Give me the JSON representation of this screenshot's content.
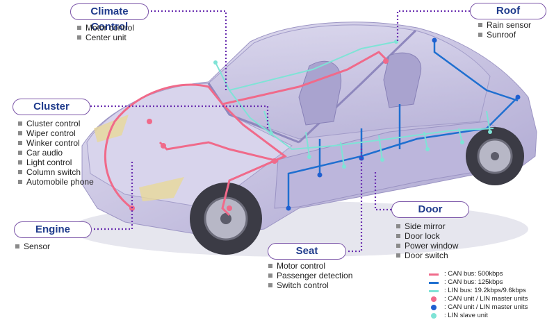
{
  "colors": {
    "can_500": "#f06a8a",
    "can_125": "#1f6fd0",
    "lin_bus": "#7fe3d6",
    "can_unit_red": "#f06a8a",
    "can_unit_blue": "#1f5fd0",
    "lin_slave": "#7fe3d6",
    "pill_border": "#7b55a8",
    "connector": "#6a2fb0",
    "car_body": "#c9c4e2"
  },
  "labels": {
    "climate": {
      "title": "Climate Control",
      "items": [
        "Motor control",
        "Center unit"
      ]
    },
    "roof": {
      "title": "Roof",
      "items": [
        "Rain sensor",
        "Sunroof"
      ]
    },
    "cluster": {
      "title": "Cluster",
      "items": [
        "Cluster control",
        "Wiper control",
        "Winker control",
        "Car audio",
        "Light control",
        "Column switch",
        "Automobile phone"
      ]
    },
    "engine": {
      "title": "Engine",
      "items": [
        "Sensor"
      ]
    },
    "door": {
      "title": "Door",
      "items": [
        "Side mirror",
        "Door lock",
        "Power window",
        "Door switch"
      ]
    },
    "seat": {
      "title": "Seat",
      "items": [
        "Motor control",
        "Passenger detection",
        "Switch control"
      ]
    }
  },
  "legend": [
    {
      "kind": "line",
      "color_key": "can_500",
      "text": ": CAN bus: 500kbps"
    },
    {
      "kind": "line",
      "color_key": "can_125",
      "text": ": CAN bus: 125kbps"
    },
    {
      "kind": "line",
      "color_key": "lin_bus",
      "text": ": LIN bus: 19.2kbps/9.6kbps"
    },
    {
      "kind": "dot",
      "color_key": "can_unit_red",
      "text": ": CAN unit / LIN master units"
    },
    {
      "kind": "dot",
      "color_key": "can_unit_blue",
      "text": ": CAN unit / LIN master units"
    },
    {
      "kind": "dot",
      "color_key": "lin_slave",
      "text": ": LIN slave unit"
    }
  ]
}
